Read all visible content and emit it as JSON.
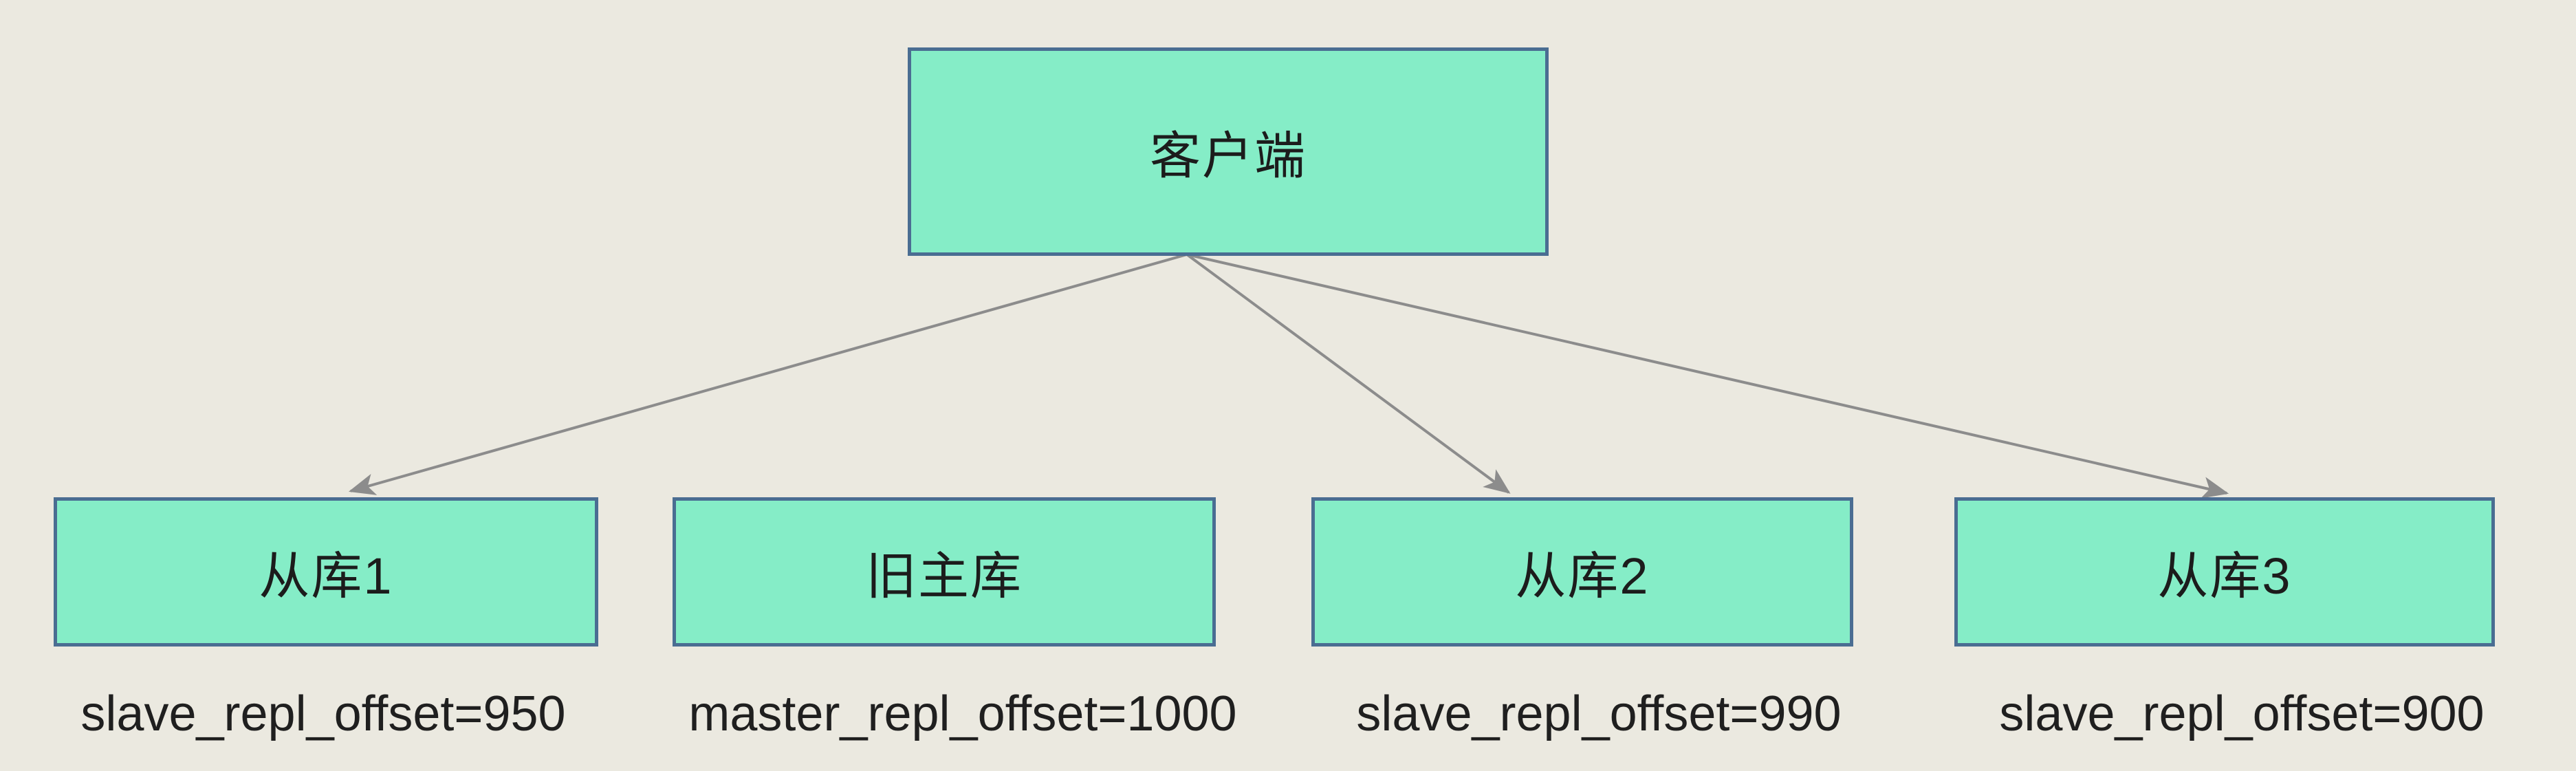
{
  "diagram": {
    "title": "redis-replication-offset-diagram",
    "nodes": [
      {
        "id": "client",
        "label": "客户端",
        "caption": ""
      },
      {
        "id": "slave1",
        "label": "从库1",
        "caption": "slave_repl_offset=950"
      },
      {
        "id": "old-master",
        "label": "旧主库",
        "caption": "master_repl_offset=1000"
      },
      {
        "id": "slave2",
        "label": "从库2",
        "caption": "slave_repl_offset=990"
      },
      {
        "id": "slave3",
        "label": "从库3",
        "caption": "slave_repl_offset=900"
      }
    ],
    "edges": [
      {
        "from": "client",
        "to": "slave1",
        "style": "arrow"
      },
      {
        "from": "client",
        "to": "slave2",
        "style": "arrow"
      },
      {
        "from": "client",
        "to": "slave3",
        "style": "arrow"
      }
    ],
    "colors": {
      "background": "#EBE9E0",
      "node_fill": "#85EDC7",
      "node_border": "#4A6D92",
      "arrow": "#8C8C8C",
      "text": "#1C1C1C"
    }
  }
}
